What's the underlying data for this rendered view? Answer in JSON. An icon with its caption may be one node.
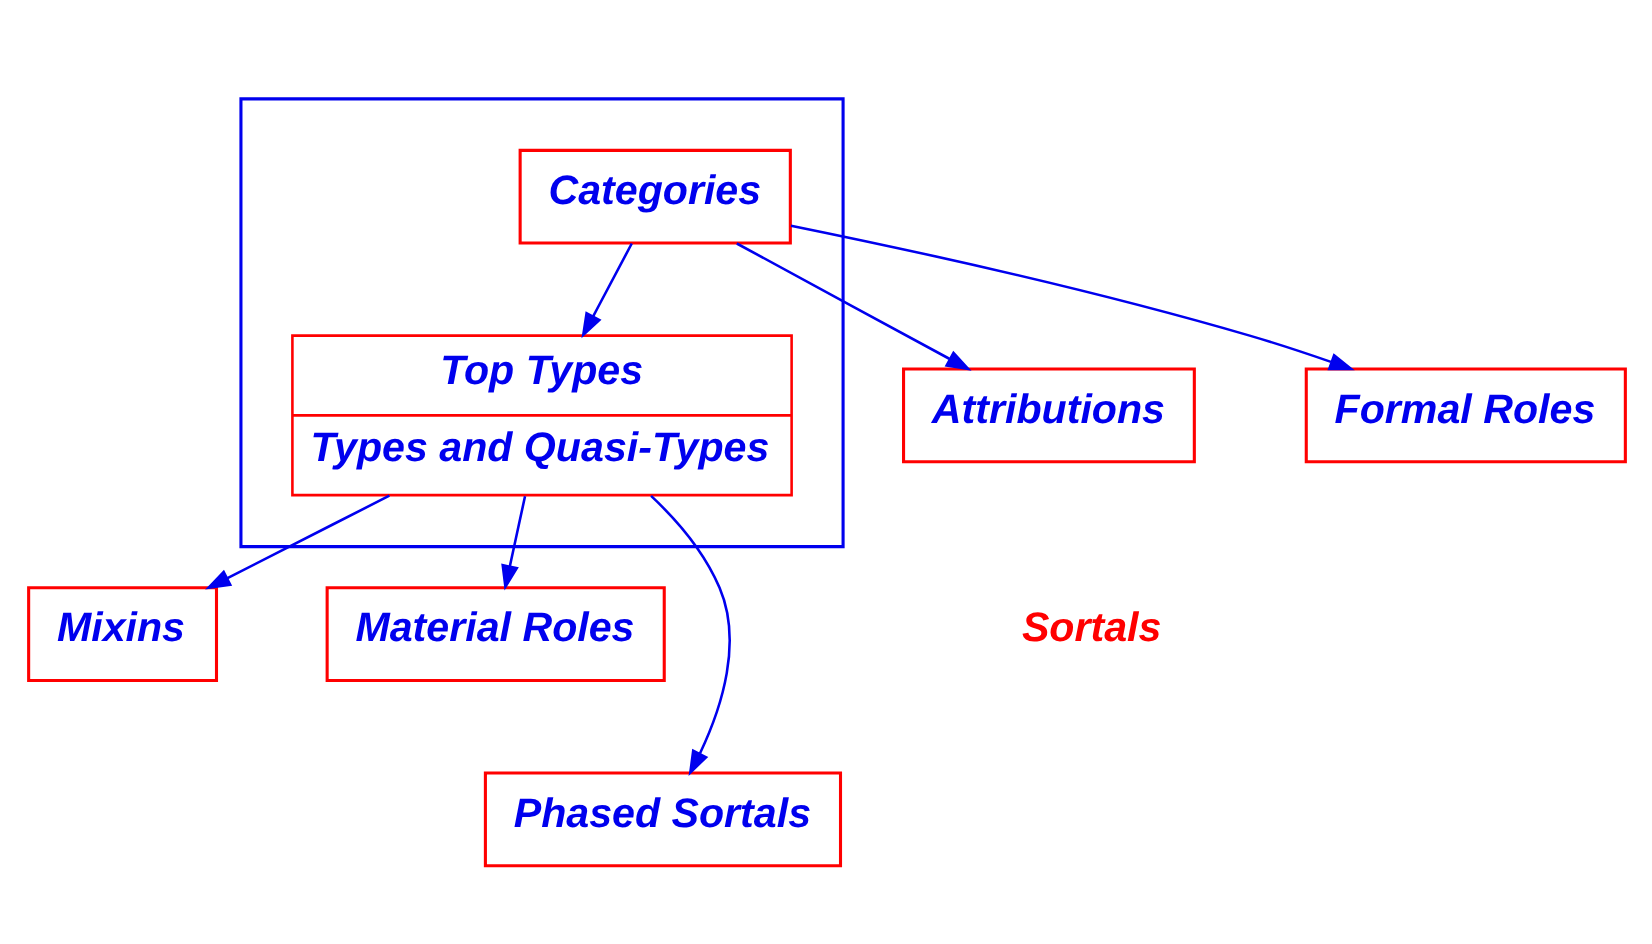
{
  "diagram": {
    "nodes": [
      {
        "text": [],
        "shape": "box"
      },
      {
        "text": [
          "Categories"
        ],
        "in": 0
      },
      {
        "text": [
          "Attributions"
        ]
      },
      {
        "text": [
          "Formal Roles"
        ]
      },
      {
        "text": [
          "Top Types",
          "Types and Quasi-Types"
        ],
        "in": 0
      },
      {
        "text": [
          "Mixins"
        ]
      },
      {
        "text": [
          "Material Roles"
        ]
      },
      {
        "text": [
          "Phased Sortals"
        ]
      }
    ],
    "edges": [
      {
        "from": 1,
        "to": 2,
        "arrow": "to"
      },
      {
        "from": 1,
        "to": 3,
        "arrow": "to"
      },
      {
        "from": 1,
        "to": 4,
        "arrow": "to"
      },
      {
        "from": 4,
        "to": 5,
        "arrow": "to"
      },
      {
        "from": 4,
        "to": 6,
        "arrow": "to"
      },
      {
        "from": 4,
        "to": 7,
        "arrow": "to"
      }
    ],
    "labels": [
      "Sortals"
    ]
  }
}
